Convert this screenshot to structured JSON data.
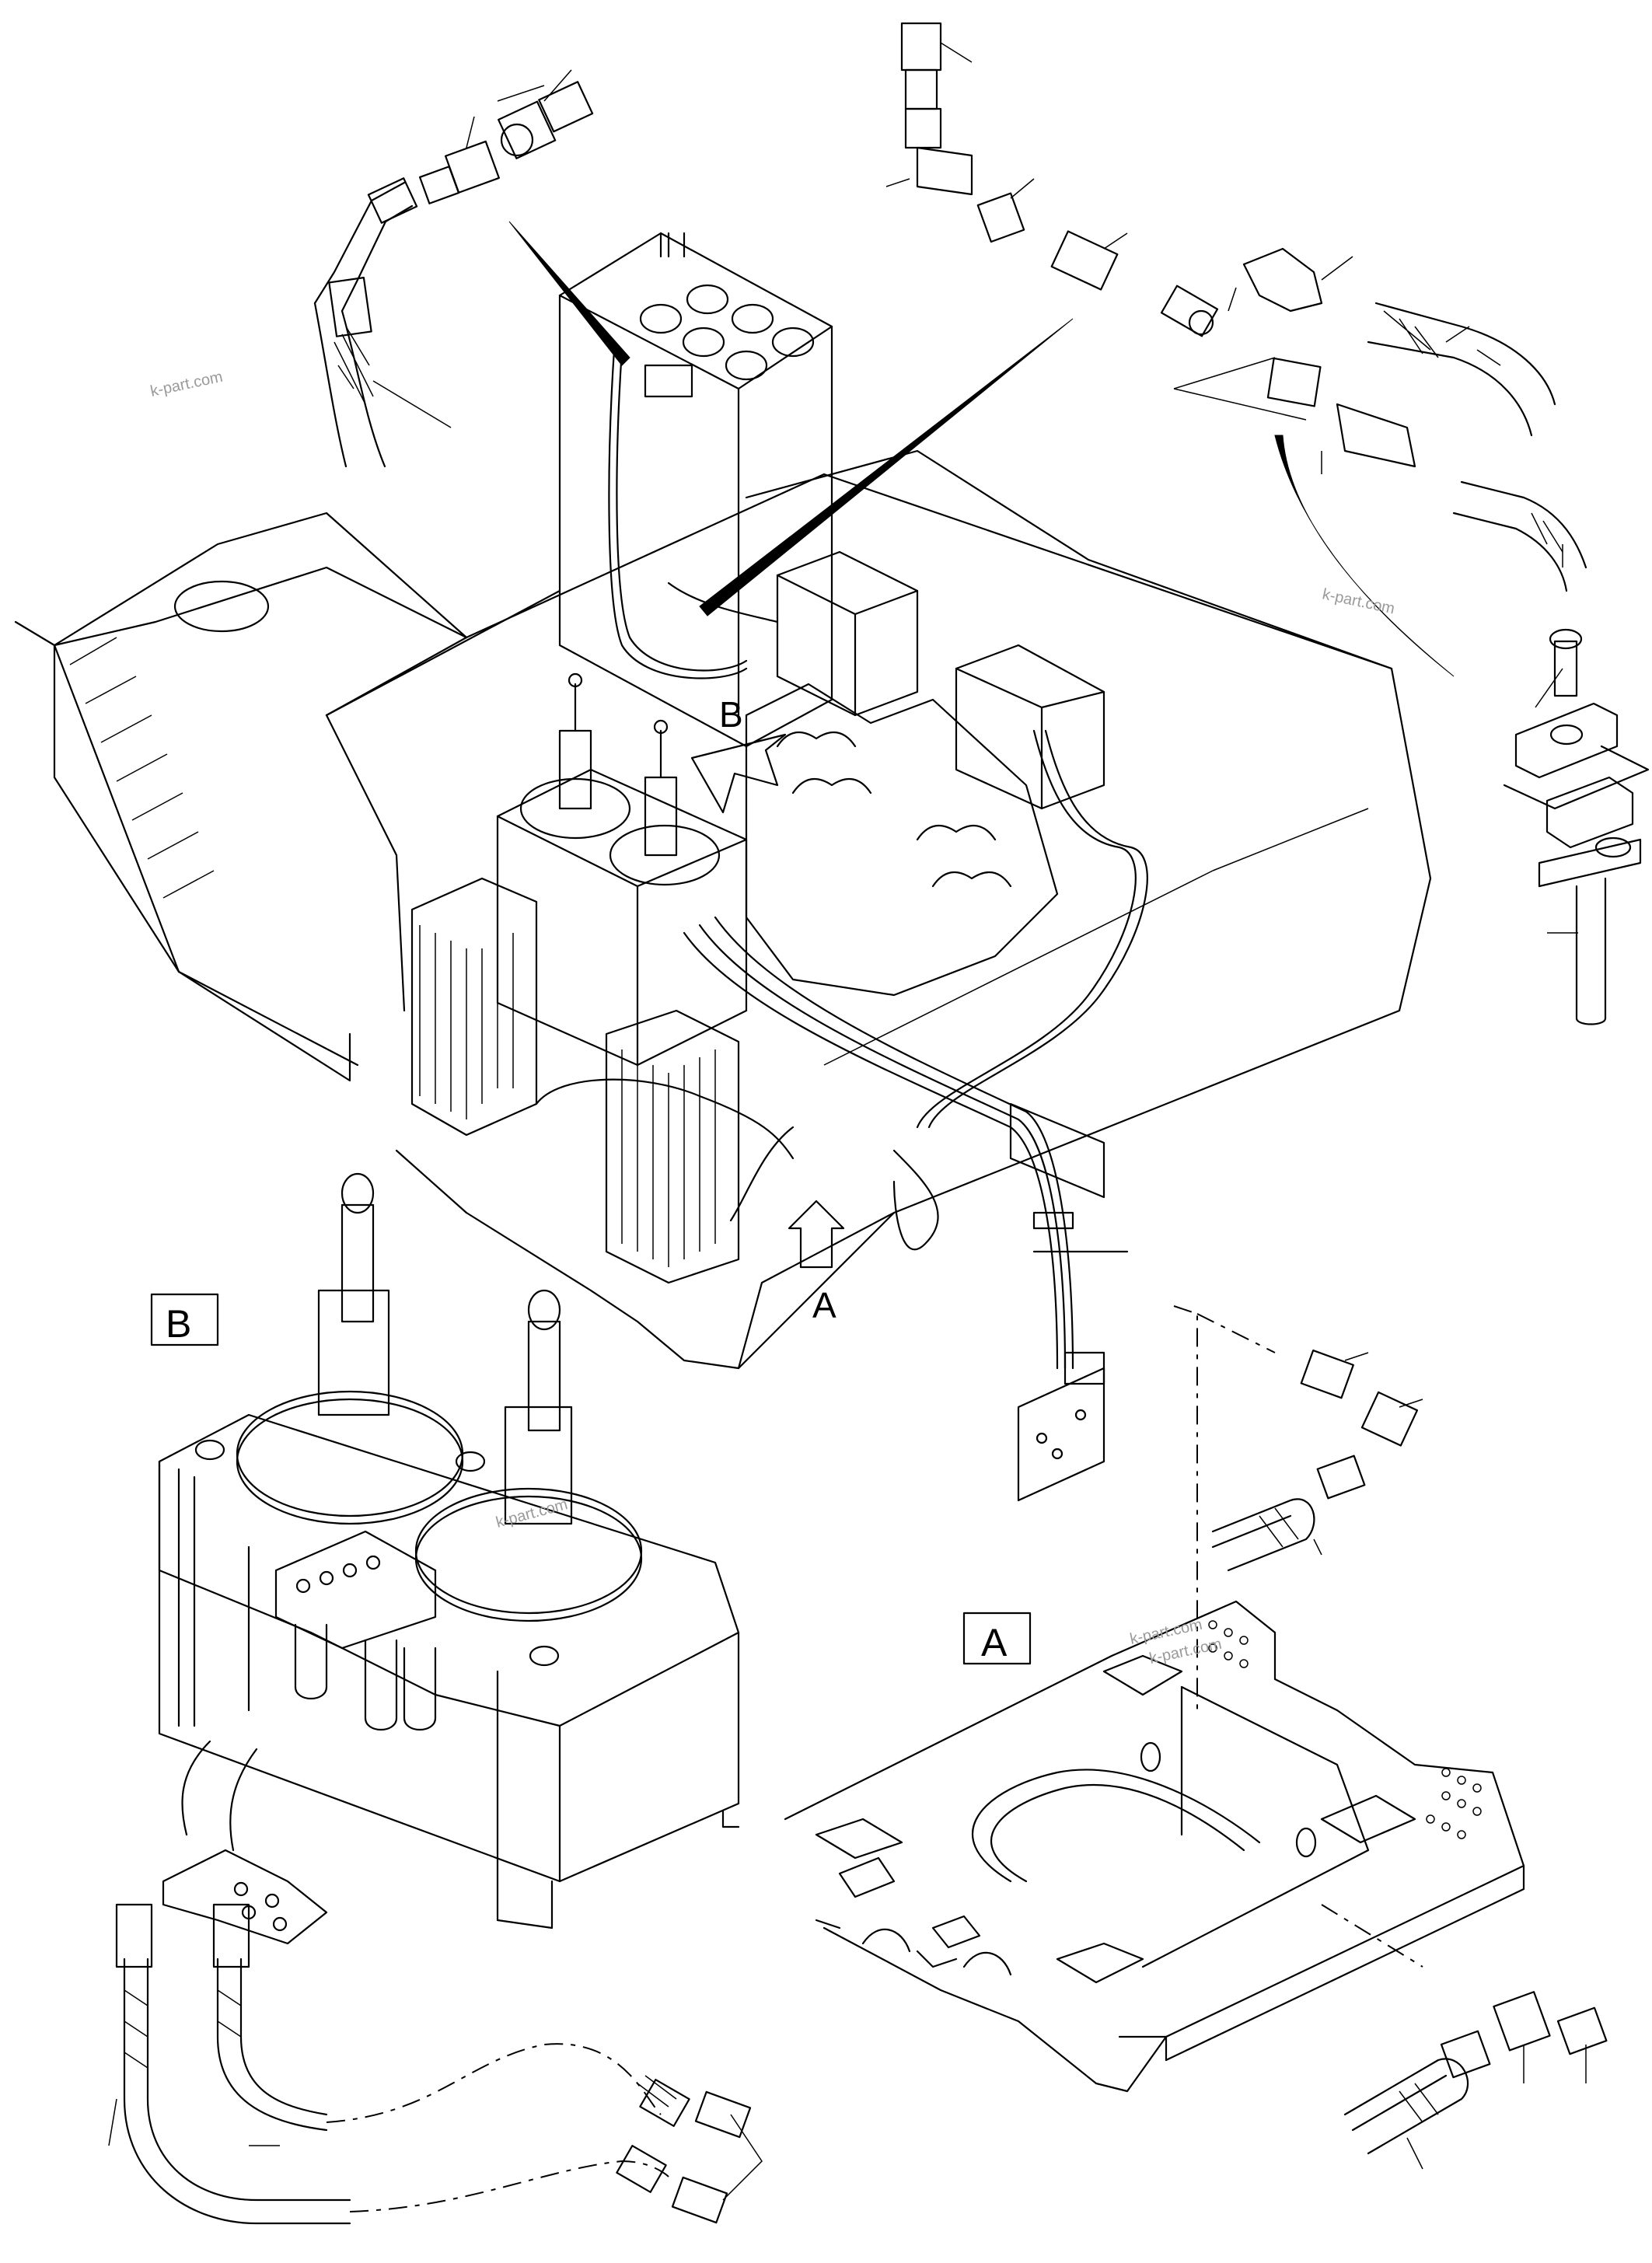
{
  "labels": {
    "view_b_arrow": "B",
    "view_a_arrow": "A",
    "view_b_box": "B",
    "view_a_box": "A"
  },
  "watermarks": [
    "k-part.com",
    "k-part.com",
    "k-part.com",
    "k-part.com",
    "k-part.com"
  ]
}
